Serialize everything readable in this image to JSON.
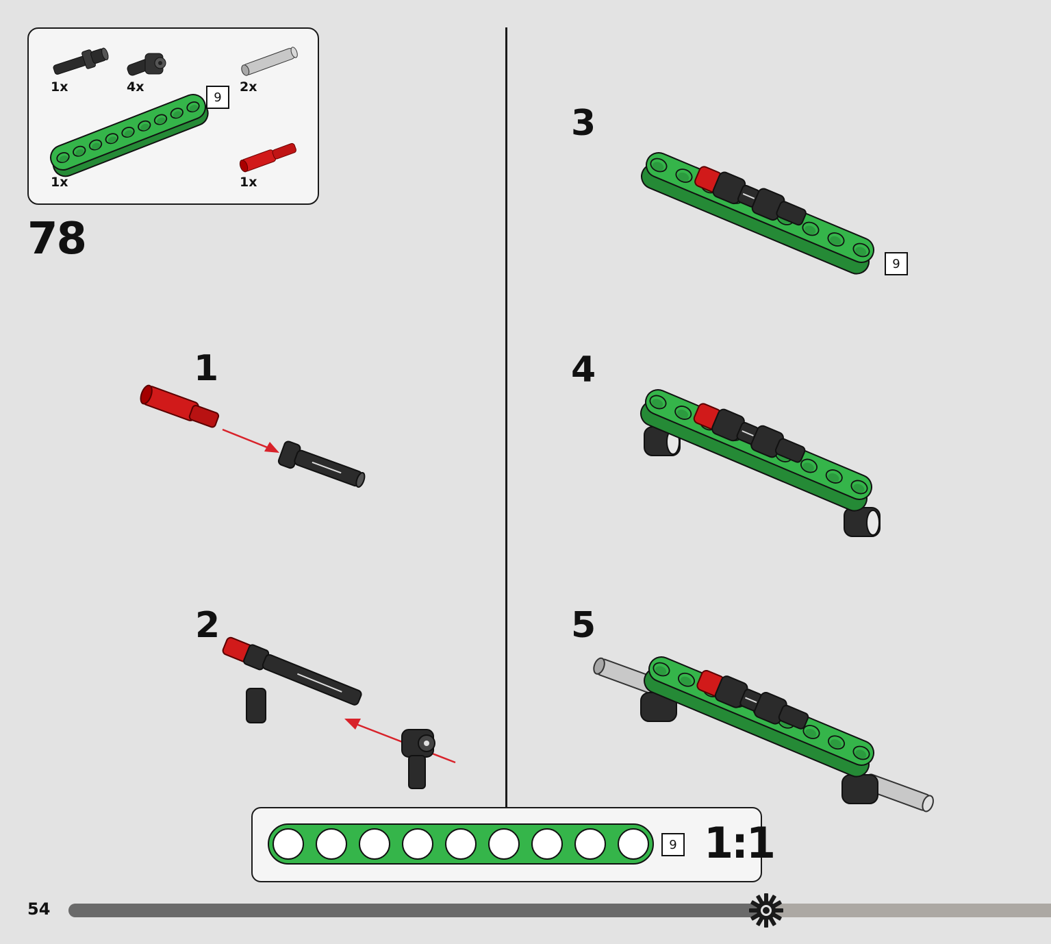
{
  "parts_list": {
    "items": [
      {
        "qty": "1x",
        "part": "black-connector-pin-with-bush"
      },
      {
        "qty": "4x",
        "part": "black-angle-connector"
      },
      {
        "qty": "2x",
        "part": "grey-axle-pin"
      },
      {
        "qty": "1x",
        "part": "green-beam-9"
      },
      {
        "qty": "1x",
        "part": "red-axle-pin"
      }
    ],
    "beam_length": "9"
  },
  "main_step": "78",
  "sub_steps": [
    {
      "number": "1"
    },
    {
      "number": "2"
    },
    {
      "number": "3",
      "beam_length": "9"
    },
    {
      "number": "4"
    },
    {
      "number": "5"
    }
  ],
  "scale_reference": {
    "beam_length": "9",
    "scale": "1:1"
  },
  "footer": {
    "page_number": "54",
    "progress": 0.71
  },
  "colors": {
    "beam_green": "#35b54a",
    "pin_red": "#d11a1a",
    "pin_black": "#2b2b2b",
    "axle_grey": "#b9b9b9",
    "arrow_red": "#d8222a",
    "background": "#e3e3e3"
  }
}
